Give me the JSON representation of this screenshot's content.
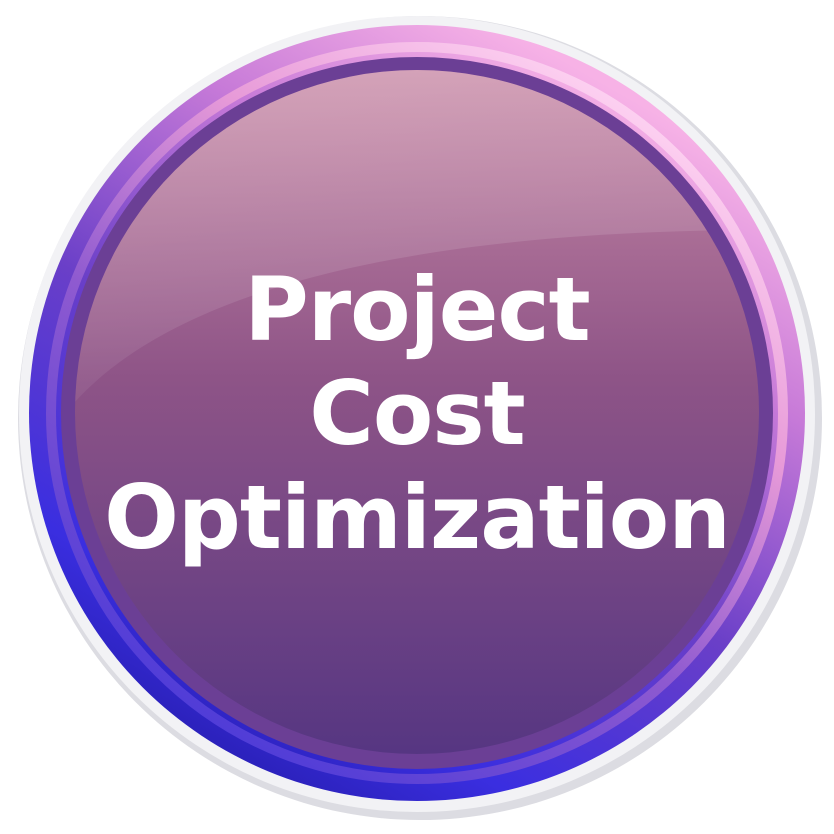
{
  "badge": {
    "lines": [
      "Project",
      "Cost",
      "Optimization"
    ]
  },
  "colors": {
    "face_top": "#c98aa6",
    "face_mid": "#8e5487",
    "face_bottom": "#5a3680",
    "rim_pink": "#f29bd8",
    "rim_blue": "#3a2ee0",
    "rim_violet": "#6a3fc8",
    "outer_shadow": "#d9d9de",
    "text": "#ffffff"
  }
}
